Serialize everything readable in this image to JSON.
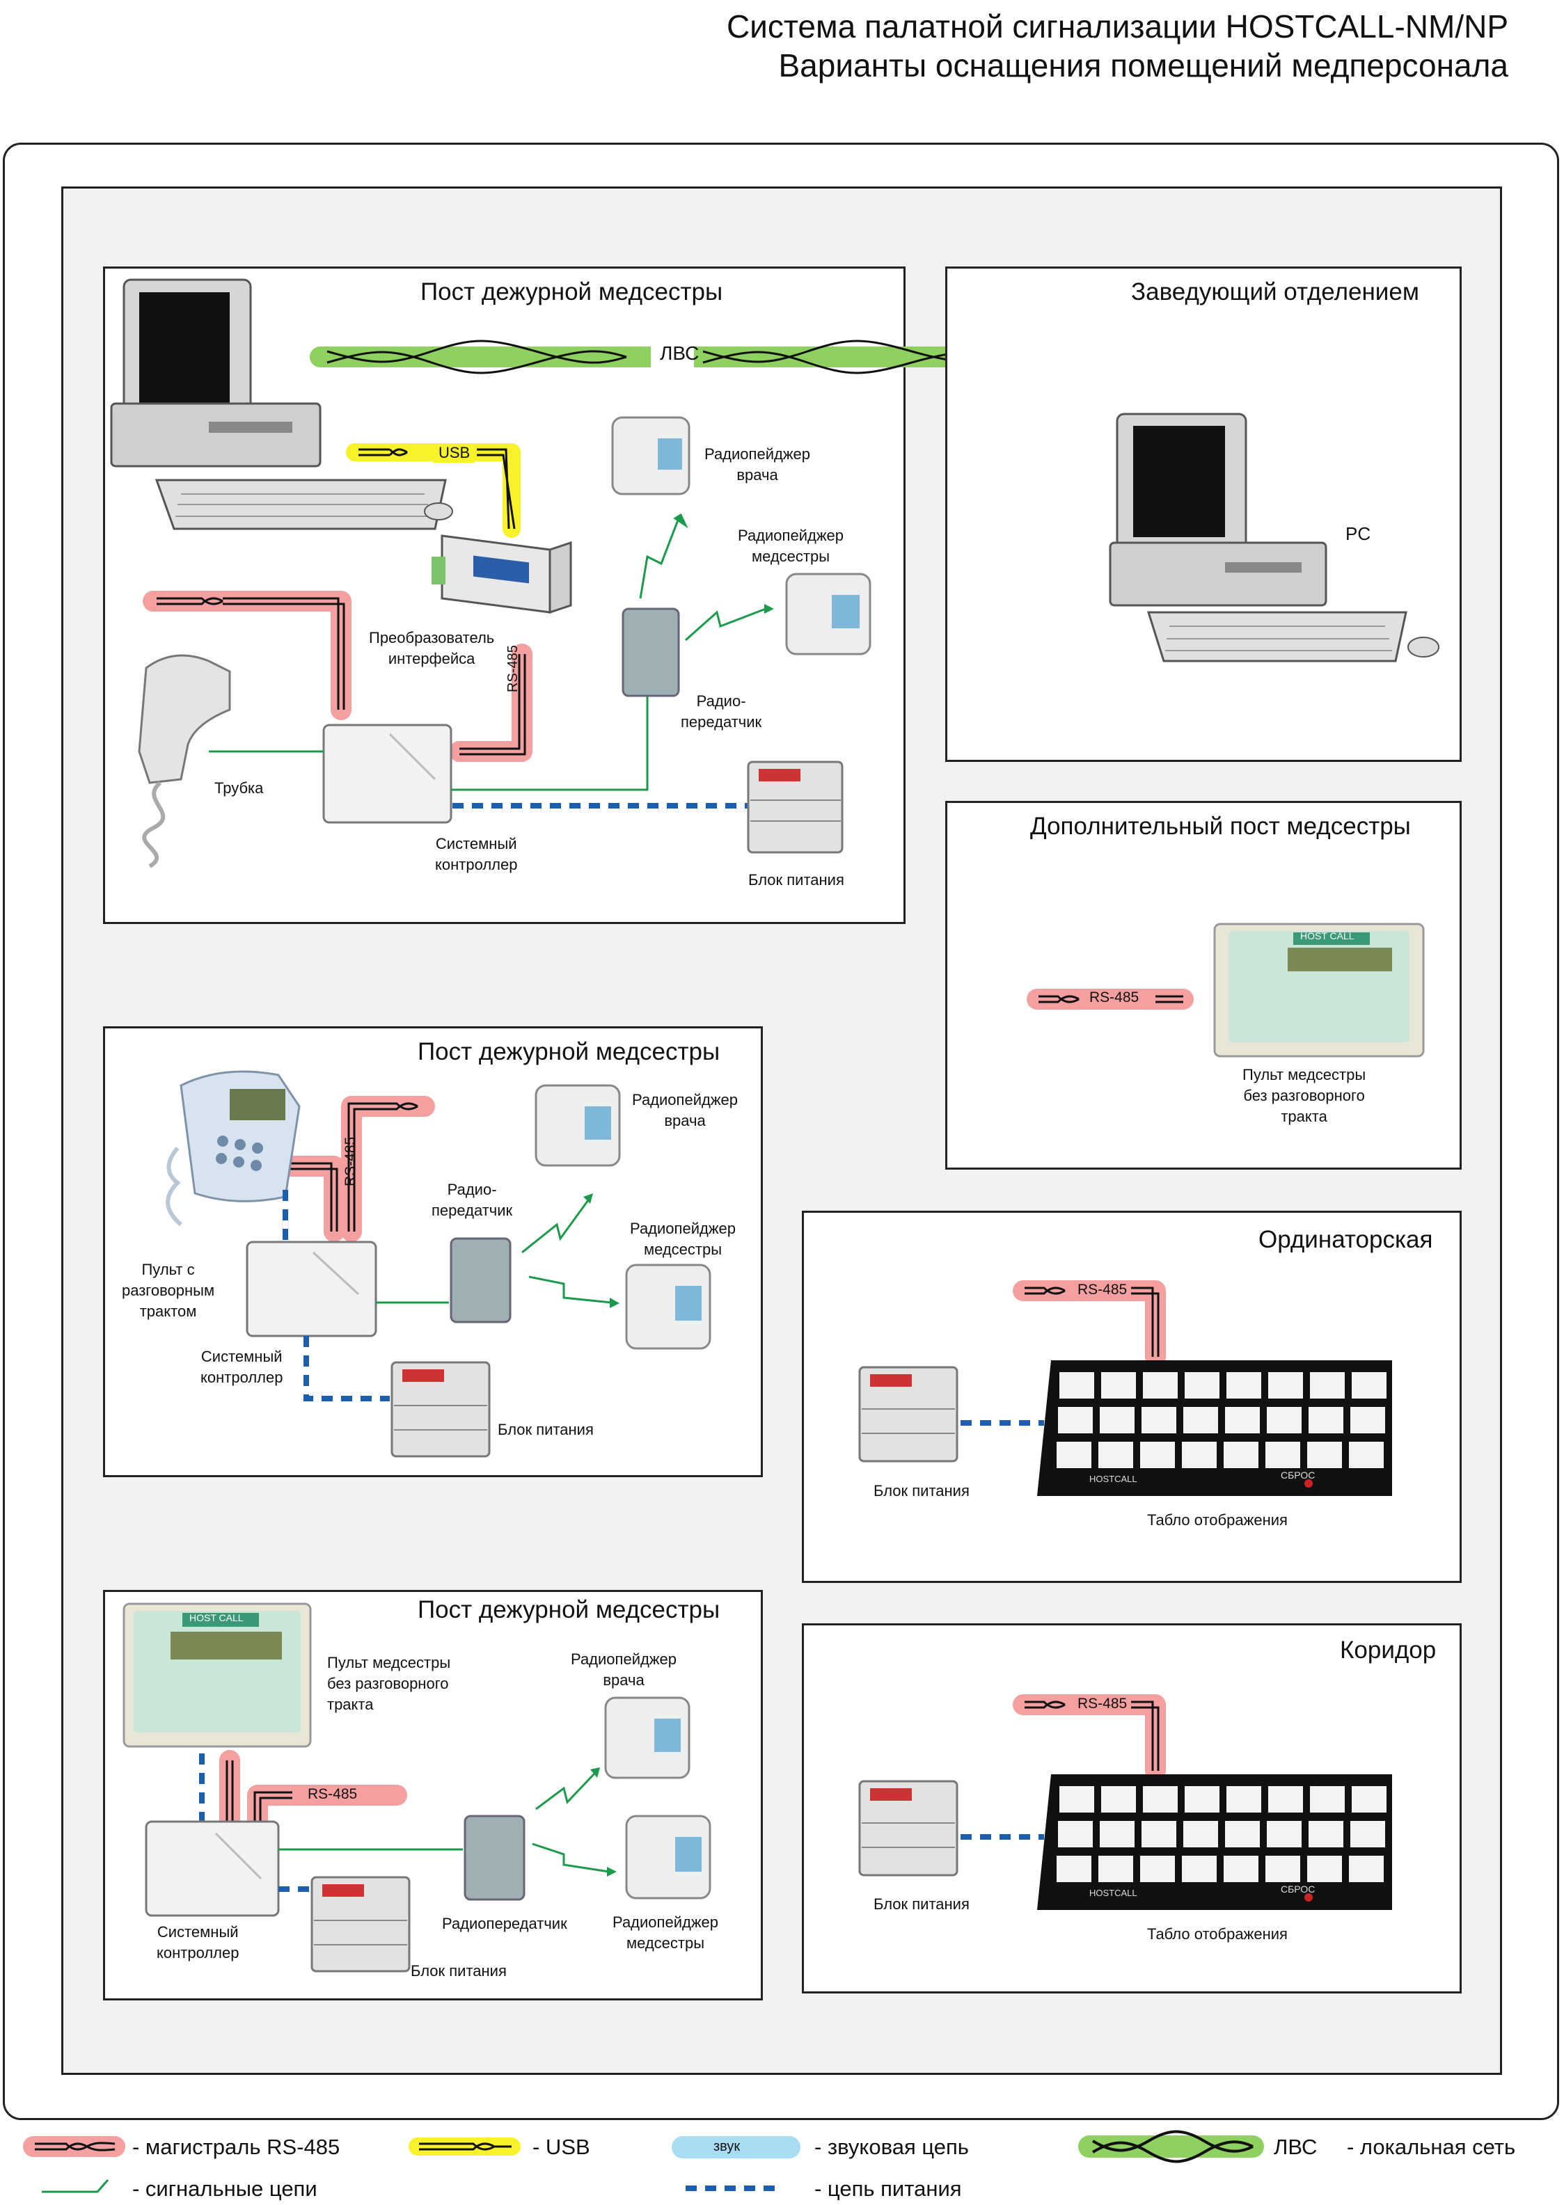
{
  "title": {
    "line1": "Система палатной сигнализации HOSTCALL-NM/NP",
    "line2": "Варианты оснащения помещений медперсонала"
  },
  "panels": {
    "post1": {
      "title": "Пост дежурной медсестры",
      "lvs": "ЛВС",
      "usb": "USB",
      "rs485": "RS-485",
      "converter": [
        "Преобразователь",
        "интерфейса"
      ],
      "handset": "Трубка",
      "controller": [
        "Системный",
        "контроллер"
      ],
      "transmitter": [
        "Радио-",
        "передатчик"
      ],
      "pager_doctor": [
        "Радиопейджер",
        "врача"
      ],
      "pager_nurse": [
        "Радиопейджер",
        "медсестры"
      ],
      "power": "Блок питания"
    },
    "head": {
      "title": "Заведующий отделением",
      "pc": "PC"
    },
    "extra_post": {
      "title": "Дополнительный пост медсестры",
      "rs485": "RS-485",
      "console": [
        "Пульт медсестры",
        "без разговорного",
        "тракта"
      ],
      "brand": "HOST CALL"
    },
    "post2": {
      "title": "Пост дежурной медсестры",
      "rs485": "RS-485",
      "transmitter": [
        "Радио-",
        "передатчик"
      ],
      "pager_doctor": [
        "Радиопейджер",
        "врача"
      ],
      "pager_nurse": [
        "Радиопейджер",
        "медсестры"
      ],
      "console": [
        "Пульт с",
        "разговорным",
        "трактом"
      ],
      "controller": [
        "Системный",
        "контроллер"
      ],
      "power": "Блок питания"
    },
    "ordinator": {
      "title": "Ординаторская",
      "rs485": "RS-485",
      "power": "Блок питания",
      "display": "Табло отображения",
      "brand": "HOSTCALL",
      "reset": "СБРОС"
    },
    "post3": {
      "title": "Пост дежурной медсестры",
      "console": [
        "Пульт медсестры",
        "без разговорного",
        "тракта"
      ],
      "brand": "HOST CALL",
      "rs485": "RS-485",
      "pager_doctor": [
        "Радиопейджер",
        "врача"
      ],
      "pager_nurse": [
        "Радиопейджер",
        "медсестры"
      ],
      "transmitter": "Радиопередатчик",
      "controller": [
        "Системный",
        "контроллер"
      ],
      "power": "Блок питания"
    },
    "corridor": {
      "title": "Коридор",
      "rs485": "RS-485",
      "power": "Блок питания",
      "display": "Табло отображения",
      "brand": "HOSTCALL",
      "reset": "СБРОС"
    }
  },
  "legend": {
    "rs485": "- магистраль RS-485",
    "usb": "- USB",
    "sound_tag": "звук",
    "sound": "- звуковая цепь",
    "lvs_tag": "ЛВС",
    "lvs": "- локальная сеть",
    "signal": "- сигнальные цепи",
    "power": "- цепь питания"
  },
  "colors": {
    "rs485": "#f4a0a0",
    "usb": "#f7f22a",
    "lvs": "#8fd160",
    "sound": "#a8dcf3",
    "signal": "#1a9a4a",
    "power": "#1c5fae"
  }
}
